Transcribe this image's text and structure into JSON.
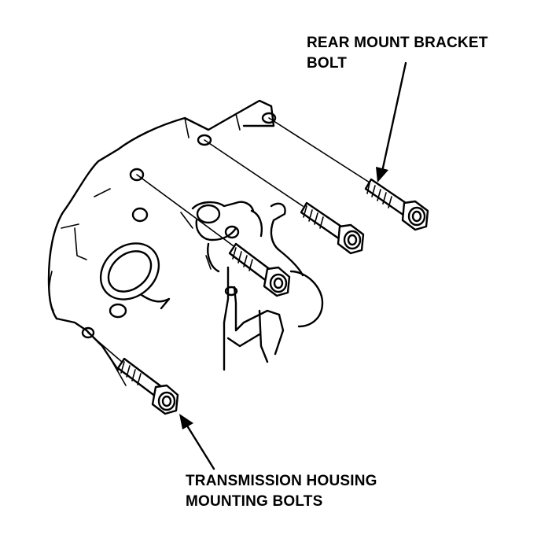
{
  "callouts": {
    "rear_mount_bracket_bolt": {
      "line1": "REAR MOUNT BRACKET",
      "line2": "BOLT"
    },
    "transmission_housing_mounting_bolts": {
      "line1": "TRANSMISSION HOUSING",
      "line2": "MOUNTING BOLTS"
    }
  },
  "colors": {
    "ink": "#000000",
    "paper": "#ffffff"
  }
}
